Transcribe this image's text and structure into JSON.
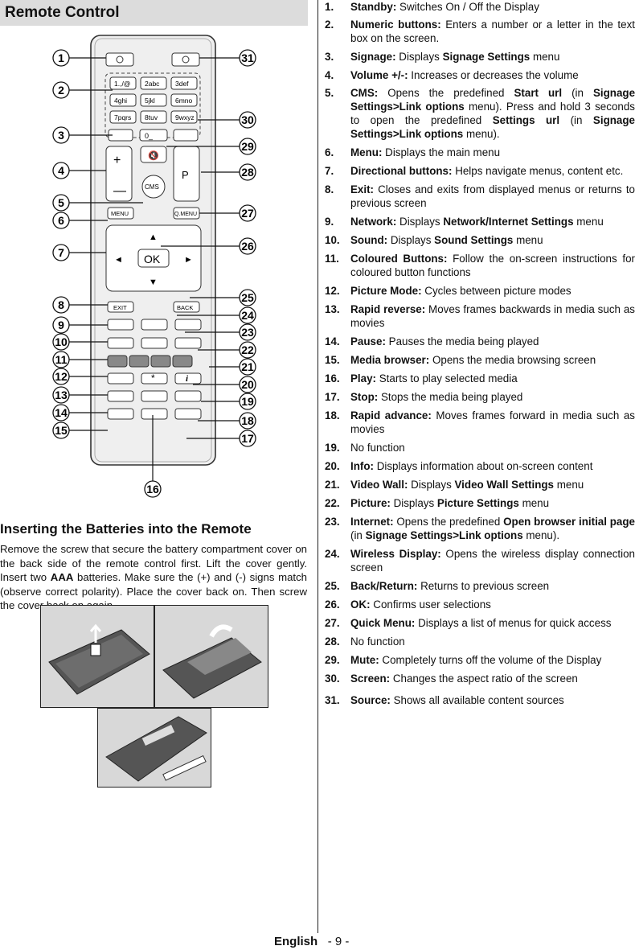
{
  "header": {
    "title": "Remote Control"
  },
  "callouts": [
    "1",
    "2",
    "3",
    "4",
    "5",
    "6",
    "7",
    "8",
    "9",
    "10",
    "11",
    "12",
    "13",
    "14",
    "15",
    "16",
    "17",
    "18",
    "19",
    "20",
    "21",
    "22",
    "23",
    "24",
    "25",
    "26",
    "27",
    "28",
    "29",
    "30",
    "31"
  ],
  "remote": {
    "keys": [
      "1.,/@",
      "2abc",
      "3def",
      "4ghi",
      "5jkl",
      "6mno",
      "7pqrs",
      "8tuv",
      "9wxyz",
      "0_"
    ],
    "p_label": "P",
    "cms_label": "CMS",
    "menu_label": "MENU",
    "qmenu_label": "Q.MENU",
    "ok_label": "OK",
    "exit_label": "EXIT",
    "back_label": "BACK",
    "star_label": "*",
    "info_label": "i"
  },
  "batteries": {
    "title": "Inserting the Batteries into the Remote",
    "p1": "Remove the screw that secure the battery compartment cover on the back side of the remote control first. Lift the cover gently. Insert two ",
    "bold": "AAA",
    "p2": " batteries. Make sure the (+) and (-) signs match (observe correct polarity). Place the cover back on. Then screw the cover back on again."
  },
  "items": [
    {
      "n": "1.",
      "segs": [
        {
          "b": true,
          "t": "Standby:"
        },
        {
          "b": false,
          "t": " Switches On / Off the Display"
        }
      ]
    },
    {
      "n": "2.",
      "segs": [
        {
          "b": true,
          "t": "Numeric buttons:"
        },
        {
          "b": false,
          "t": " Enters a number or a letter in the text box on the screen."
        }
      ]
    },
    {
      "n": "3.",
      "segs": [
        {
          "b": true,
          "t": "Signage:"
        },
        {
          "b": false,
          "t": " Displays "
        },
        {
          "b": true,
          "t": "Signage Settings"
        },
        {
          "b": false,
          "t": " menu"
        }
      ]
    },
    {
      "n": "4.",
      "segs": [
        {
          "b": true,
          "t": "Volume +/-:"
        },
        {
          "b": false,
          "t": " Increases or decreases the volume"
        }
      ]
    },
    {
      "n": "5.",
      "segs": [
        {
          "b": true,
          "t": "CMS:"
        },
        {
          "b": false,
          "t": " Opens the predefined "
        },
        {
          "b": true,
          "t": "Start url"
        },
        {
          "b": false,
          "t": " (in "
        },
        {
          "b": true,
          "t": "Signage Settings>Link options"
        },
        {
          "b": false,
          "t": " menu). Press and hold 3 seconds to open the predefined "
        },
        {
          "b": true,
          "t": "Settings url"
        },
        {
          "b": false,
          "t": " (in "
        },
        {
          "b": true,
          "t": "Signage Settings>Link options"
        },
        {
          "b": false,
          "t": " menu)."
        }
      ]
    },
    {
      "n": "6.",
      "segs": [
        {
          "b": true,
          "t": "Menu:"
        },
        {
          "b": false,
          "t": " Displays the main menu"
        }
      ]
    },
    {
      "n": "7.",
      "segs": [
        {
          "b": true,
          "t": "Directional buttons:"
        },
        {
          "b": false,
          "t": " Helps navigate menus, content etc."
        }
      ]
    },
    {
      "n": "8.",
      "segs": [
        {
          "b": true,
          "t": "Exit:"
        },
        {
          "b": false,
          "t": " Closes and exits from displayed menus or returns to previous screen"
        }
      ]
    },
    {
      "n": "9.",
      "segs": [
        {
          "b": true,
          "t": "Network:"
        },
        {
          "b": false,
          "t": " Displays "
        },
        {
          "b": true,
          "t": "Network/Internet Settings"
        },
        {
          "b": false,
          "t": " menu"
        }
      ]
    },
    {
      "n": "10.",
      "segs": [
        {
          "b": true,
          "t": "Sound:"
        },
        {
          "b": false,
          "t": " Displays "
        },
        {
          "b": true,
          "t": "Sound Settings"
        },
        {
          "b": false,
          "t": " menu"
        }
      ]
    },
    {
      "n": "11.",
      "segs": [
        {
          "b": true,
          "t": "Coloured Buttons:"
        },
        {
          "b": false,
          "t": " Follow the on-screen instructions for coloured button functions"
        }
      ]
    },
    {
      "n": "12.",
      "segs": [
        {
          "b": true,
          "t": "Picture Mode:"
        },
        {
          "b": false,
          "t": " Cycles between picture modes"
        }
      ]
    },
    {
      "n": "13.",
      "segs": [
        {
          "b": true,
          "t": "Rapid reverse:"
        },
        {
          "b": false,
          "t": " Moves frames backwards in media such as movies"
        }
      ]
    },
    {
      "n": "14.",
      "segs": [
        {
          "b": true,
          "t": "Pause:"
        },
        {
          "b": false,
          "t": " Pauses the media being played"
        }
      ]
    },
    {
      "n": "15.",
      "segs": [
        {
          "b": true,
          "t": "Media browser:"
        },
        {
          "b": false,
          "t": " Opens the media browsing screen"
        }
      ]
    },
    {
      "n": "16.",
      "segs": [
        {
          "b": true,
          "t": "Play:"
        },
        {
          "b": false,
          "t": " Starts to play selected media"
        }
      ]
    },
    {
      "n": "17.",
      "segs": [
        {
          "b": true,
          "t": "Stop:"
        },
        {
          "b": false,
          "t": " Stops the media being played"
        }
      ]
    },
    {
      "n": "18.",
      "segs": [
        {
          "b": true,
          "t": "Rapid advance:"
        },
        {
          "b": false,
          "t": " Moves frames forward in media such as movies"
        }
      ]
    },
    {
      "n": "19.",
      "segs": [
        {
          "b": false,
          "t": "No function"
        }
      ]
    },
    {
      "n": "20.",
      "segs": [
        {
          "b": true,
          "t": "Info:"
        },
        {
          "b": false,
          "t": " Displays information about on-screen content"
        }
      ]
    },
    {
      "n": "21.",
      "segs": [
        {
          "b": true,
          "t": "Video Wall:"
        },
        {
          "b": false,
          "t": " Displays "
        },
        {
          "b": true,
          "t": "Video Wall Settings"
        },
        {
          "b": false,
          "t": " menu"
        }
      ]
    },
    {
      "n": "22.",
      "segs": [
        {
          "b": true,
          "t": "Picture:"
        },
        {
          "b": false,
          "t": " Displays "
        },
        {
          "b": true,
          "t": "Picture Settings"
        },
        {
          "b": false,
          "t": " menu"
        }
      ]
    },
    {
      "n": "23.",
      "segs": [
        {
          "b": true,
          "t": "Internet:"
        },
        {
          "b": false,
          "t": " Opens the predefined "
        },
        {
          "b": true,
          "t": "Open browser initial page"
        },
        {
          "b": false,
          "t": " (in "
        },
        {
          "b": true,
          "t": "Signage Settings>Link options"
        },
        {
          "b": false,
          "t": " menu)."
        }
      ]
    },
    {
      "n": "24.",
      "segs": [
        {
          "b": true,
          "t": "Wireless Display:"
        },
        {
          "b": false,
          "t": " Opens the wireless display connection screen"
        }
      ]
    },
    {
      "n": "25.",
      "segs": [
        {
          "b": true,
          "t": "Back/Return:"
        },
        {
          "b": false,
          "t": " Returns to previous screen"
        }
      ]
    },
    {
      "n": "26.",
      "segs": [
        {
          "b": true,
          "t": "OK:"
        },
        {
          "b": false,
          "t": " Confirms user selections"
        }
      ]
    },
    {
      "n": "27.",
      "segs": [
        {
          "b": true,
          "t": "Quick Menu:"
        },
        {
          "b": false,
          "t": " Displays a list of menus for quick access"
        }
      ]
    },
    {
      "n": "28.",
      "segs": [
        {
          "b": false,
          "t": "No function"
        }
      ]
    },
    {
      "n": "29.",
      "segs": [
        {
          "b": true,
          "t": "Mute:"
        },
        {
          "b": false,
          "t": " Completely turns off the volume of the Display"
        }
      ]
    },
    {
      "n": "30.",
      "segs": [
        {
          "b": true,
          "t": "Screen:"
        },
        {
          "b": false,
          "t": " Changes the aspect ratio of the screen"
        }
      ]
    },
    {
      "n": "31.",
      "segs": [
        {
          "b": true,
          "t": "Source:"
        },
        {
          "b": false,
          "t": " Shows all available content sources"
        }
      ]
    }
  ],
  "footer": {
    "lang": "English",
    "page": "- 9 -"
  }
}
